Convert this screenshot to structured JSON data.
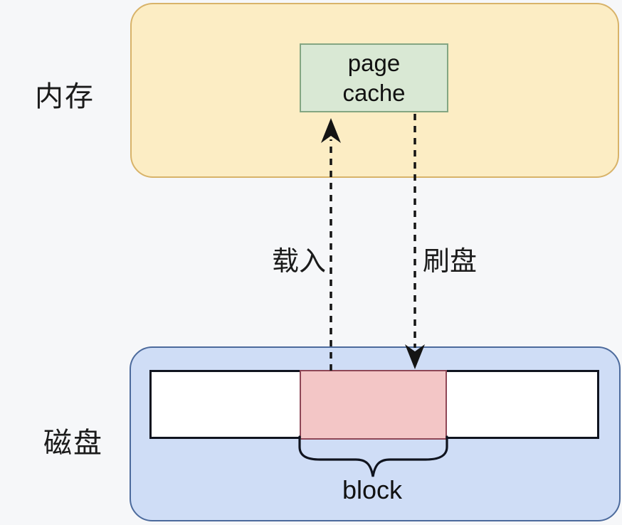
{
  "diagram": {
    "background_color": "#f6f7f9",
    "memory": {
      "label": "内存",
      "box_color": "#fcedc4",
      "border_color": "#d8b369",
      "page_cache": {
        "label": "page cache",
        "box_color": "#d9e8d4",
        "border_color": "#84a682"
      }
    },
    "disk": {
      "label": "磁盘",
      "box_color": "#cfddf6",
      "border_color": "#4c6a9c",
      "strip_color": "#ffffff",
      "block": {
        "label": "block",
        "box_color": "#f3c6c6",
        "border_color": "#8e4756"
      }
    },
    "arrows": {
      "load_label": "载入",
      "flush_label": "刷盘",
      "direction_load": "disk-to-page-cache (up)",
      "direction_flush": "page-cache-to-disk (down)",
      "line_color": "#141414",
      "style": "dashed"
    }
  }
}
